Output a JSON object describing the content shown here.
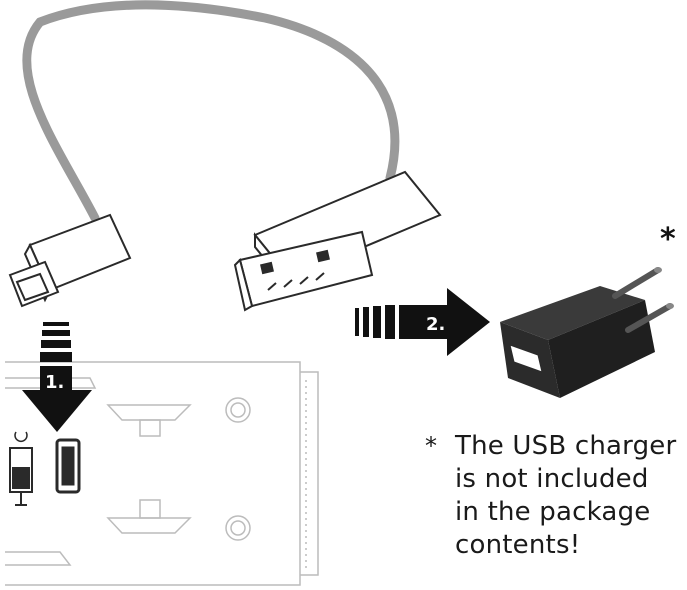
{
  "steps": {
    "step1_label": "1.",
    "step2_label": "2."
  },
  "charger_asterisk": "*",
  "note": {
    "marker": "*",
    "lines": [
      "The USB charger",
      "is not included",
      "in the package",
      "contents!"
    ]
  },
  "colors": {
    "line": "#2a2a2a",
    "cable": "#9a9a9a",
    "arrow": "#111111",
    "charger": "#2b2b2b",
    "device_line": "#bcbcbc"
  }
}
